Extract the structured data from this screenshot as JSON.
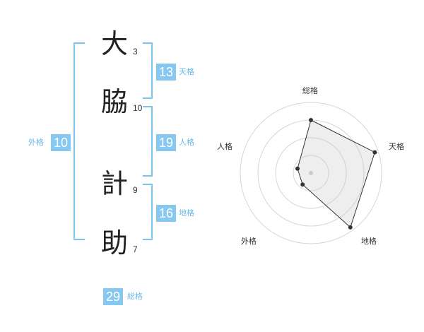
{
  "name": {
    "characters": [
      {
        "char": "大",
        "strokes": "3"
      },
      {
        "char": "脇",
        "strokes": "10"
      },
      {
        "char": "計",
        "strokes": "9"
      },
      {
        "char": "助",
        "strokes": "7"
      }
    ]
  },
  "fortunes": {
    "tenkaku": {
      "value": "13",
      "label": "天格"
    },
    "jinkaku": {
      "value": "19",
      "label": "人格"
    },
    "chikaku": {
      "value": "16",
      "label": "地格"
    },
    "gaikaku": {
      "value": "10",
      "label": "外格"
    },
    "soukaku": {
      "value": "29",
      "label": "総格"
    }
  },
  "colors": {
    "accent": "#87c8f0",
    "bracket": "#7cc4ef",
    "label": "#6ab9e8"
  },
  "chart_data": {
    "type": "radar",
    "axes": [
      "総格",
      "天格",
      "地格",
      "外格",
      "人格"
    ],
    "values": [
      0.75,
      0.95,
      0.95,
      0.2,
      0.2
    ],
    "rings": 4,
    "range": [
      0,
      1
    ]
  }
}
